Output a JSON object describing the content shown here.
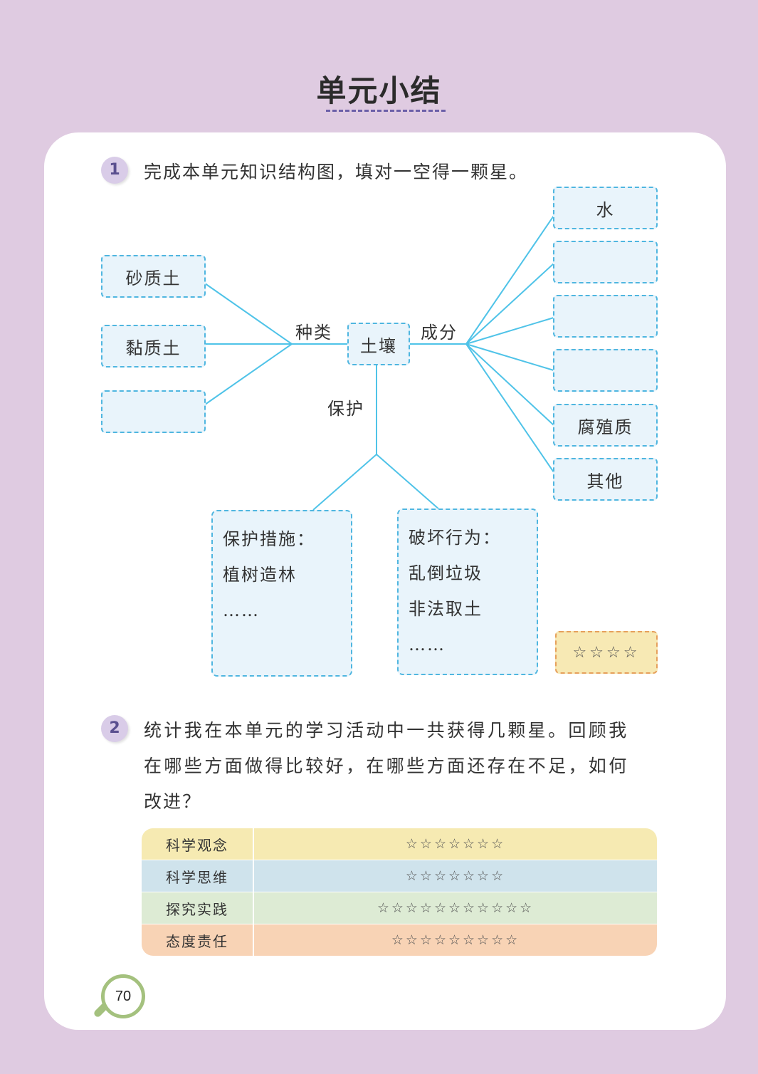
{
  "title": "单元小结",
  "q1": {
    "number": "1",
    "text": "完成本单元知识结构图，填对一空得一颗星。"
  },
  "diagram": {
    "center": "土壤",
    "labels": {
      "types": "种类",
      "components": "成分",
      "protect": "保护"
    },
    "types": [
      "砂质土",
      "黏质土",
      ""
    ],
    "components": [
      "水",
      "",
      "",
      "",
      "腐殖质",
      "其他"
    ],
    "protection": {
      "title": "保护措施：",
      "items": [
        "植树造林",
        "……"
      ]
    },
    "damage": {
      "title": "破坏行为：",
      "items": [
        "乱倒垃圾",
        "非法取土",
        "……"
      ]
    },
    "stars": "☆☆☆☆"
  },
  "q2": {
    "number": "2",
    "line1": "统计我在本单元的学习活动中一共获得几颗星。回顾我",
    "line2": "在哪些方面做得比较好，在哪些方面还存在不足，如何",
    "line3": "改进？"
  },
  "table": [
    {
      "category": "科学观念",
      "stars": "☆☆☆☆☆☆☆",
      "color": "#f6eab2"
    },
    {
      "category": "科学思维",
      "stars": "☆☆☆☆☆☆☆",
      "color": "#cfe3ec"
    },
    {
      "category": "探究实践",
      "stars": "☆☆☆☆☆☆☆☆☆☆☆",
      "color": "#ddebd4"
    },
    {
      "category": "态度责任",
      "stars": "☆☆☆☆☆☆☆☆☆",
      "color": "#f8d3b5"
    }
  ],
  "page_number": "70"
}
